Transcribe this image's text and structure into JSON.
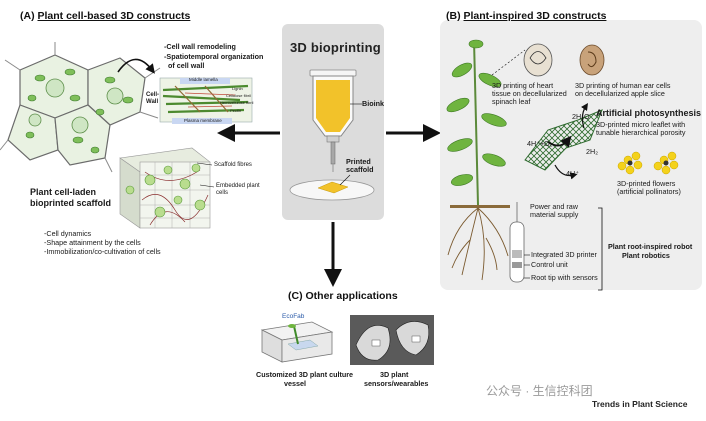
{
  "panelA": {
    "letter": "(A)",
    "title": "Plant cell-based 3D constructs",
    "wall_notes": [
      "-Cell wall remodeling",
      "-Spatiotemporal organization",
      "of cell wall"
    ],
    "wall_diagram_labels": {
      "middle_lamella": "Middle lamella",
      "cell_wall": "Cell-\nWall",
      "lignin": "Lignin",
      "cellulose_fibril": "Cellulose fibril",
      "hemicellulose_fibril": "Hemicellulose fibril",
      "pectin": "Pectin",
      "plasma_membrane": "Plasma membrane"
    },
    "scaffold_labels": {
      "fibres": "Scaffold fibres",
      "embedded": "Embedded plant\ncells"
    },
    "scaffold_title": [
      "Plant cell-laden",
      "bioprinted scaffold"
    ],
    "bullets": [
      "-Cell dynamics",
      "-Shape attainment by the cells",
      "-Immobilization/co-cultivation of cells"
    ]
  },
  "center": {
    "title": "3D bioprinting",
    "bioink_label": "Bioink",
    "scaffold_label": "Printed\nscaffold"
  },
  "panelB": {
    "letter": "(B)",
    "title": "Plant-inspired 3D constructs",
    "heart_caption": [
      "3D printing of heart",
      "tissue on decellularized",
      "spinach leaf"
    ],
    "ear_caption": [
      "3D printing of human ear cells",
      "on decellularized apple slice"
    ],
    "photo_title": "Artificial photosynthesis",
    "photo_caption": [
      "3D-printed micro leaflet with",
      "tunable hierarchical porosity"
    ],
    "h2o": "2H₂O",
    "reaction_in": "4H⁺+O₂",
    "h2": "2H₂",
    "reaction_out": "4H⁺",
    "flowers_caption": [
      "3D-printed flowers",
      "(artificial pollinators)"
    ],
    "power_caption": [
      "Power and raw",
      "material supply"
    ],
    "printer_label": "Integrated 3D printer",
    "control_label": "Control unit",
    "root_label": "Root tip with sensors",
    "robot_caption": [
      "Plant root-inspired robot",
      "Plant robotics"
    ]
  },
  "panelC": {
    "title": "(C) Other applications",
    "ecofab_label": "EcoFab",
    "vessel_caption": [
      "Customized 3D plant culture",
      "vessel"
    ],
    "sensor_caption": [
      "3D plant",
      "sensors/wearables"
    ]
  },
  "footer": {
    "watermark": "公众号 · 生信控科团",
    "journal": "Trends in Plant Science"
  },
  "colors": {
    "bioink": "#f2c22a",
    "leaf": "#2f7d32",
    "leaf_light": "#8cc265",
    "center_box": "#dcdcdc",
    "flower": "#f4d21b",
    "arrow": "#111111"
  }
}
